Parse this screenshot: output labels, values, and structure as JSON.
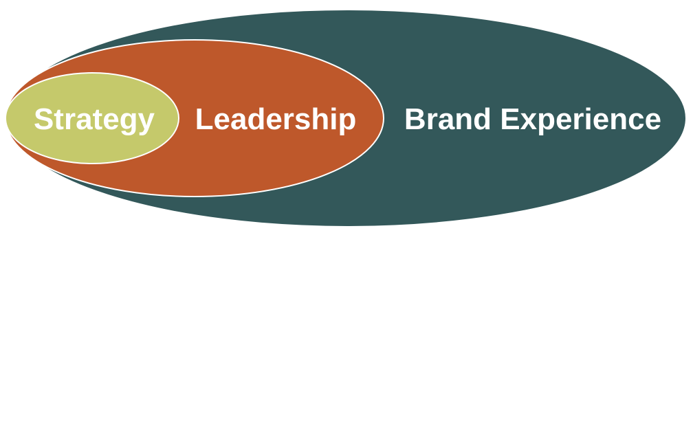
{
  "diagram": {
    "type": "nested-ellipses",
    "layers": [
      {
        "id": "brand-experience",
        "label": "Brand Experience",
        "fill": "#33585A",
        "text_color": "#FFFFFF"
      },
      {
        "id": "leadership",
        "label": "Leadership",
        "fill": "#BE582B",
        "text_color": "#FFFFFF"
      },
      {
        "id": "strategy",
        "label": "Strategy",
        "fill": "#C5C96B",
        "text_color": "#FFFFFF"
      }
    ]
  }
}
